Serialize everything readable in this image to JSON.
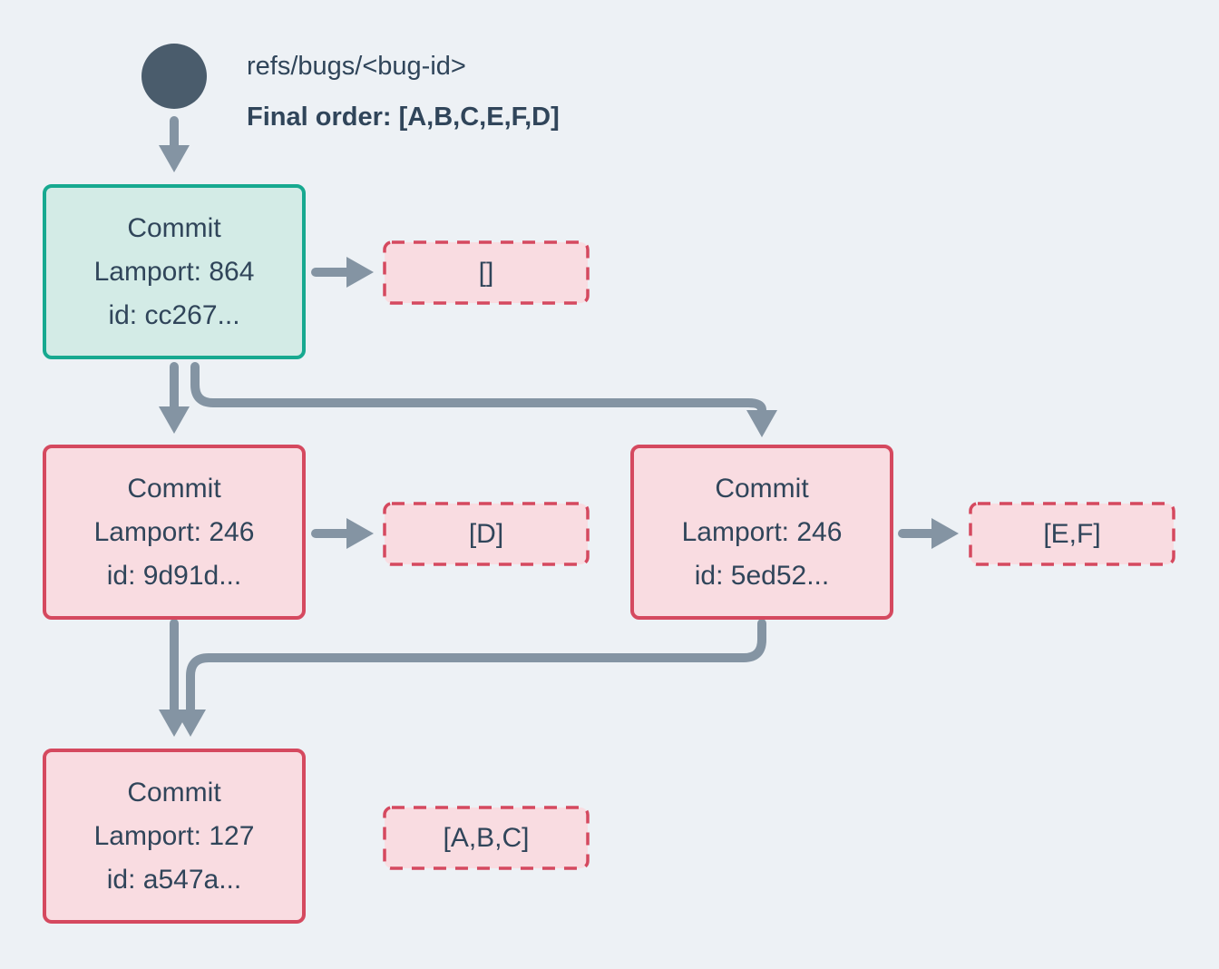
{
  "header": {
    "ref_label": "refs/bugs/<bug-id>",
    "final_order_label": "Final order: [A,B,C,E,F,D]"
  },
  "nodes": {
    "root": {
      "title": "Commit",
      "lamport": "Lamport: 864",
      "id": "id: cc267...",
      "payload": "[]"
    },
    "left": {
      "title": "Commit",
      "lamport": "Lamport: 246",
      "id": "id: 9d91d...",
      "payload": "[D]"
    },
    "right": {
      "title": "Commit",
      "lamport": "Lamport: 246",
      "id": "id: 5ed52...",
      "payload": "[E,F]"
    },
    "merge": {
      "title": "Commit",
      "lamport": "Lamport: 127",
      "id": "id: a547a...",
      "payload": "[A,B,C]"
    }
  },
  "colors": {
    "background": "#edf1f5",
    "text": "#30455a",
    "ref-circle": "#4a5c6c",
    "arrow": "#8494a3",
    "teal-border": "#17a990",
    "teal-fill": "#d3ebe6",
    "red-border": "#d5495f",
    "pink-fill": "#f9dce1"
  }
}
